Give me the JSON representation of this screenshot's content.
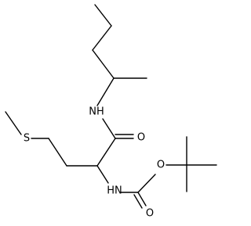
{
  "molecule": {
    "atoms": {
      "amide_nh": "NH",
      "amide_o": "O",
      "sulfur": "S",
      "carbamate_nh": "HN",
      "ester_o": "O",
      "carbonyl_o": "O"
    },
    "colors": {
      "bond": "#000000",
      "text": "#000000",
      "background": "#ffffff"
    }
  }
}
